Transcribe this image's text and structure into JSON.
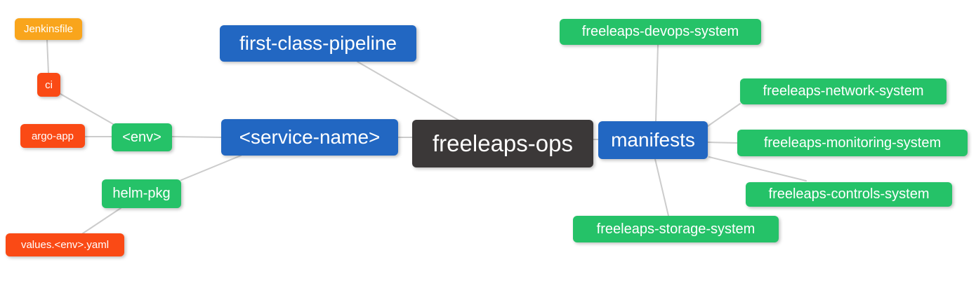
{
  "diagram": {
    "type": "mindmap",
    "root_label": "freeleaps-ops",
    "background_color": "#FFFFFF"
  },
  "palette": {
    "blue": "#2267C2",
    "green": "#25C268",
    "red_orange": "#FA4A15",
    "orange": "#F9A51C",
    "dark_gray": "#3B3838",
    "edge_gray": "#CCCCCC",
    "node_text": "#FFFFFF"
  },
  "nodes": [
    {
      "id": "freeleaps-ops",
      "label": "freeleaps-ops",
      "color": "dark_gray"
    },
    {
      "id": "first-class-pipeline",
      "label": "first-class-pipeline",
      "color": "blue"
    },
    {
      "id": "service-name",
      "label": "<service-name>",
      "color": "blue"
    },
    {
      "id": "manifests",
      "label": "manifests",
      "color": "blue"
    },
    {
      "id": "env",
      "label": "<env>",
      "color": "green"
    },
    {
      "id": "helm-pkg",
      "label": "helm-pkg",
      "color": "green"
    },
    {
      "id": "ci",
      "label": "ci",
      "color": "red_orange"
    },
    {
      "id": "argo-app",
      "label": "argo-app",
      "color": "red_orange"
    },
    {
      "id": "jenkinsfile",
      "label": "Jenkinsfile",
      "color": "orange"
    },
    {
      "id": "values-env-yaml",
      "label": "values.<env>.yaml",
      "color": "red_orange"
    },
    {
      "id": "devops-system",
      "label": "freeleaps-devops-system",
      "color": "green"
    },
    {
      "id": "network-system",
      "label": "freeleaps-network-system",
      "color": "green"
    },
    {
      "id": "monitoring-system",
      "label": "freeleaps-monitoring-system",
      "color": "green"
    },
    {
      "id": "controls-system",
      "label": "freeleaps-controls-system",
      "color": "green"
    },
    {
      "id": "storage-system",
      "label": "freeleaps-storage-system",
      "color": "green"
    }
  ],
  "edges": [
    {
      "from": "jenkinsfile",
      "to": "ci"
    },
    {
      "from": "ci",
      "to": "env"
    },
    {
      "from": "argo-app",
      "to": "env"
    },
    {
      "from": "env",
      "to": "service-name"
    },
    {
      "from": "service-name",
      "to": "helm-pkg"
    },
    {
      "from": "helm-pkg",
      "to": "values-env-yaml"
    },
    {
      "from": "service-name",
      "to": "freeleaps-ops"
    },
    {
      "from": "first-class-pipeline",
      "to": "freeleaps-ops"
    },
    {
      "from": "freeleaps-ops",
      "to": "manifests"
    },
    {
      "from": "manifests",
      "to": "devops-system"
    },
    {
      "from": "manifests",
      "to": "network-system"
    },
    {
      "from": "manifests",
      "to": "monitoring-system"
    },
    {
      "from": "manifests",
      "to": "controls-system"
    },
    {
      "from": "manifests",
      "to": "storage-system"
    }
  ]
}
